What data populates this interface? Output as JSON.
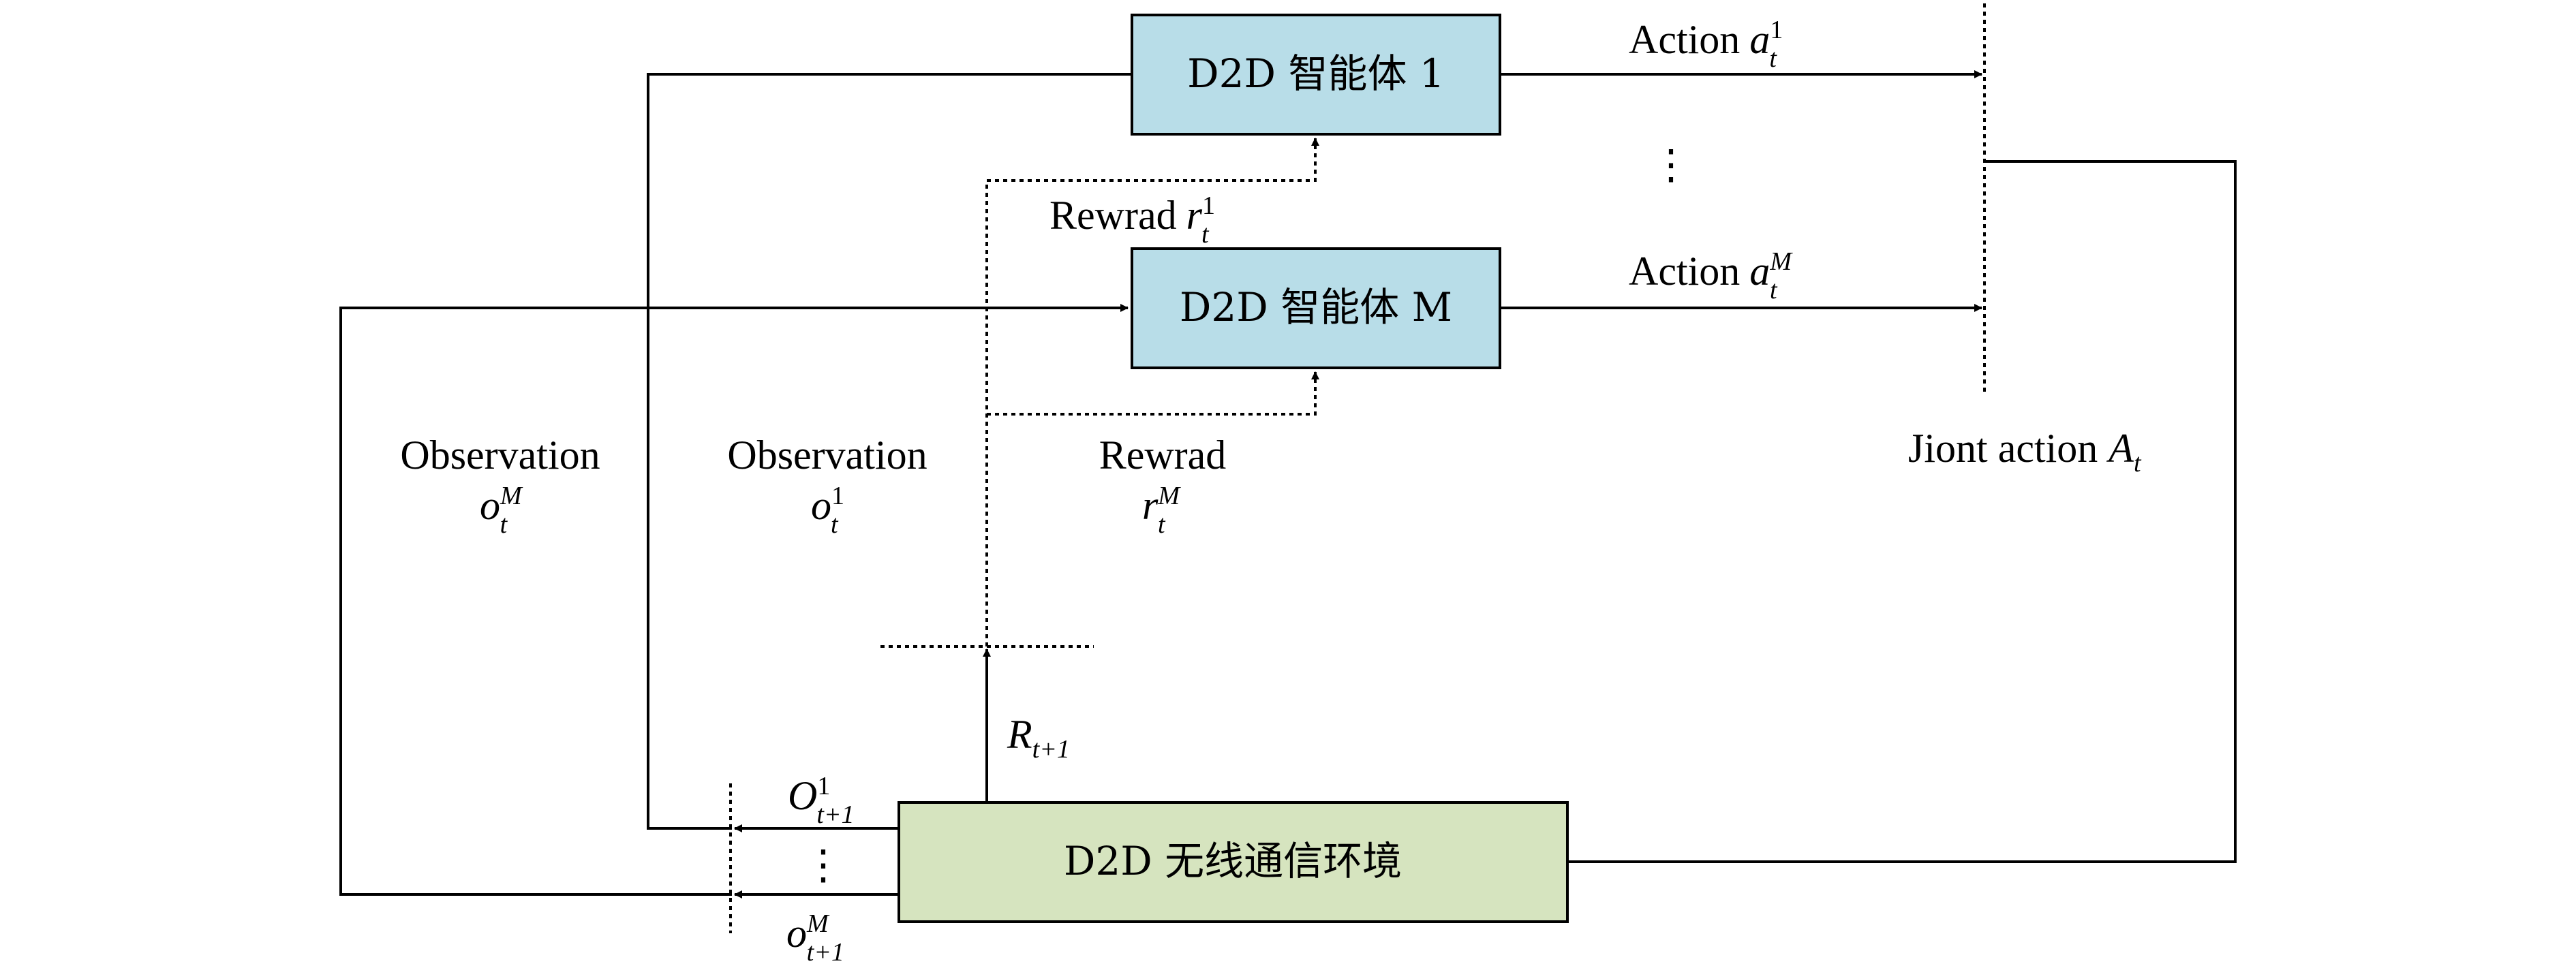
{
  "diagram": {
    "agent1": {
      "label": "D2D 智能体 1",
      "fill": "#b8dde8"
    },
    "agentM": {
      "label": "D2D 智能体 M",
      "fill": "#b8dde8"
    },
    "environment": {
      "label": "D2D 无线通信环境",
      "fill": "#d6e4bf"
    },
    "action1": {
      "word": "Action",
      "symbol": "a",
      "sup": "1",
      "sub": "t"
    },
    "actionM": {
      "word": "Action",
      "symbol": "a",
      "sup": "M",
      "sub": "t"
    },
    "joint_action": {
      "word": "Jiont action",
      "symbol": "A",
      "sub": "t"
    },
    "reward1": {
      "word": "Rewrad",
      "symbol": "r",
      "sup": "1",
      "sub": "t"
    },
    "rewardM": {
      "word": "Rewrad",
      "symbol": "r",
      "sup": "M",
      "sub": "t"
    },
    "observation_left": {
      "word": "Observation",
      "symbol": "o",
      "sup": "M",
      "sub": "t"
    },
    "observation_mid": {
      "word": "Observation",
      "symbol": "o",
      "sup": "1",
      "sub": "t"
    },
    "reward_next": {
      "symbol": "R",
      "sub": "t+1"
    },
    "obs_next1": {
      "symbol": "O",
      "sup": "1",
      "sub": "t+1"
    },
    "obs_nextM": {
      "symbol": "o",
      "sup": "M",
      "sub": "t+1"
    },
    "ellipsis": "⋮"
  }
}
